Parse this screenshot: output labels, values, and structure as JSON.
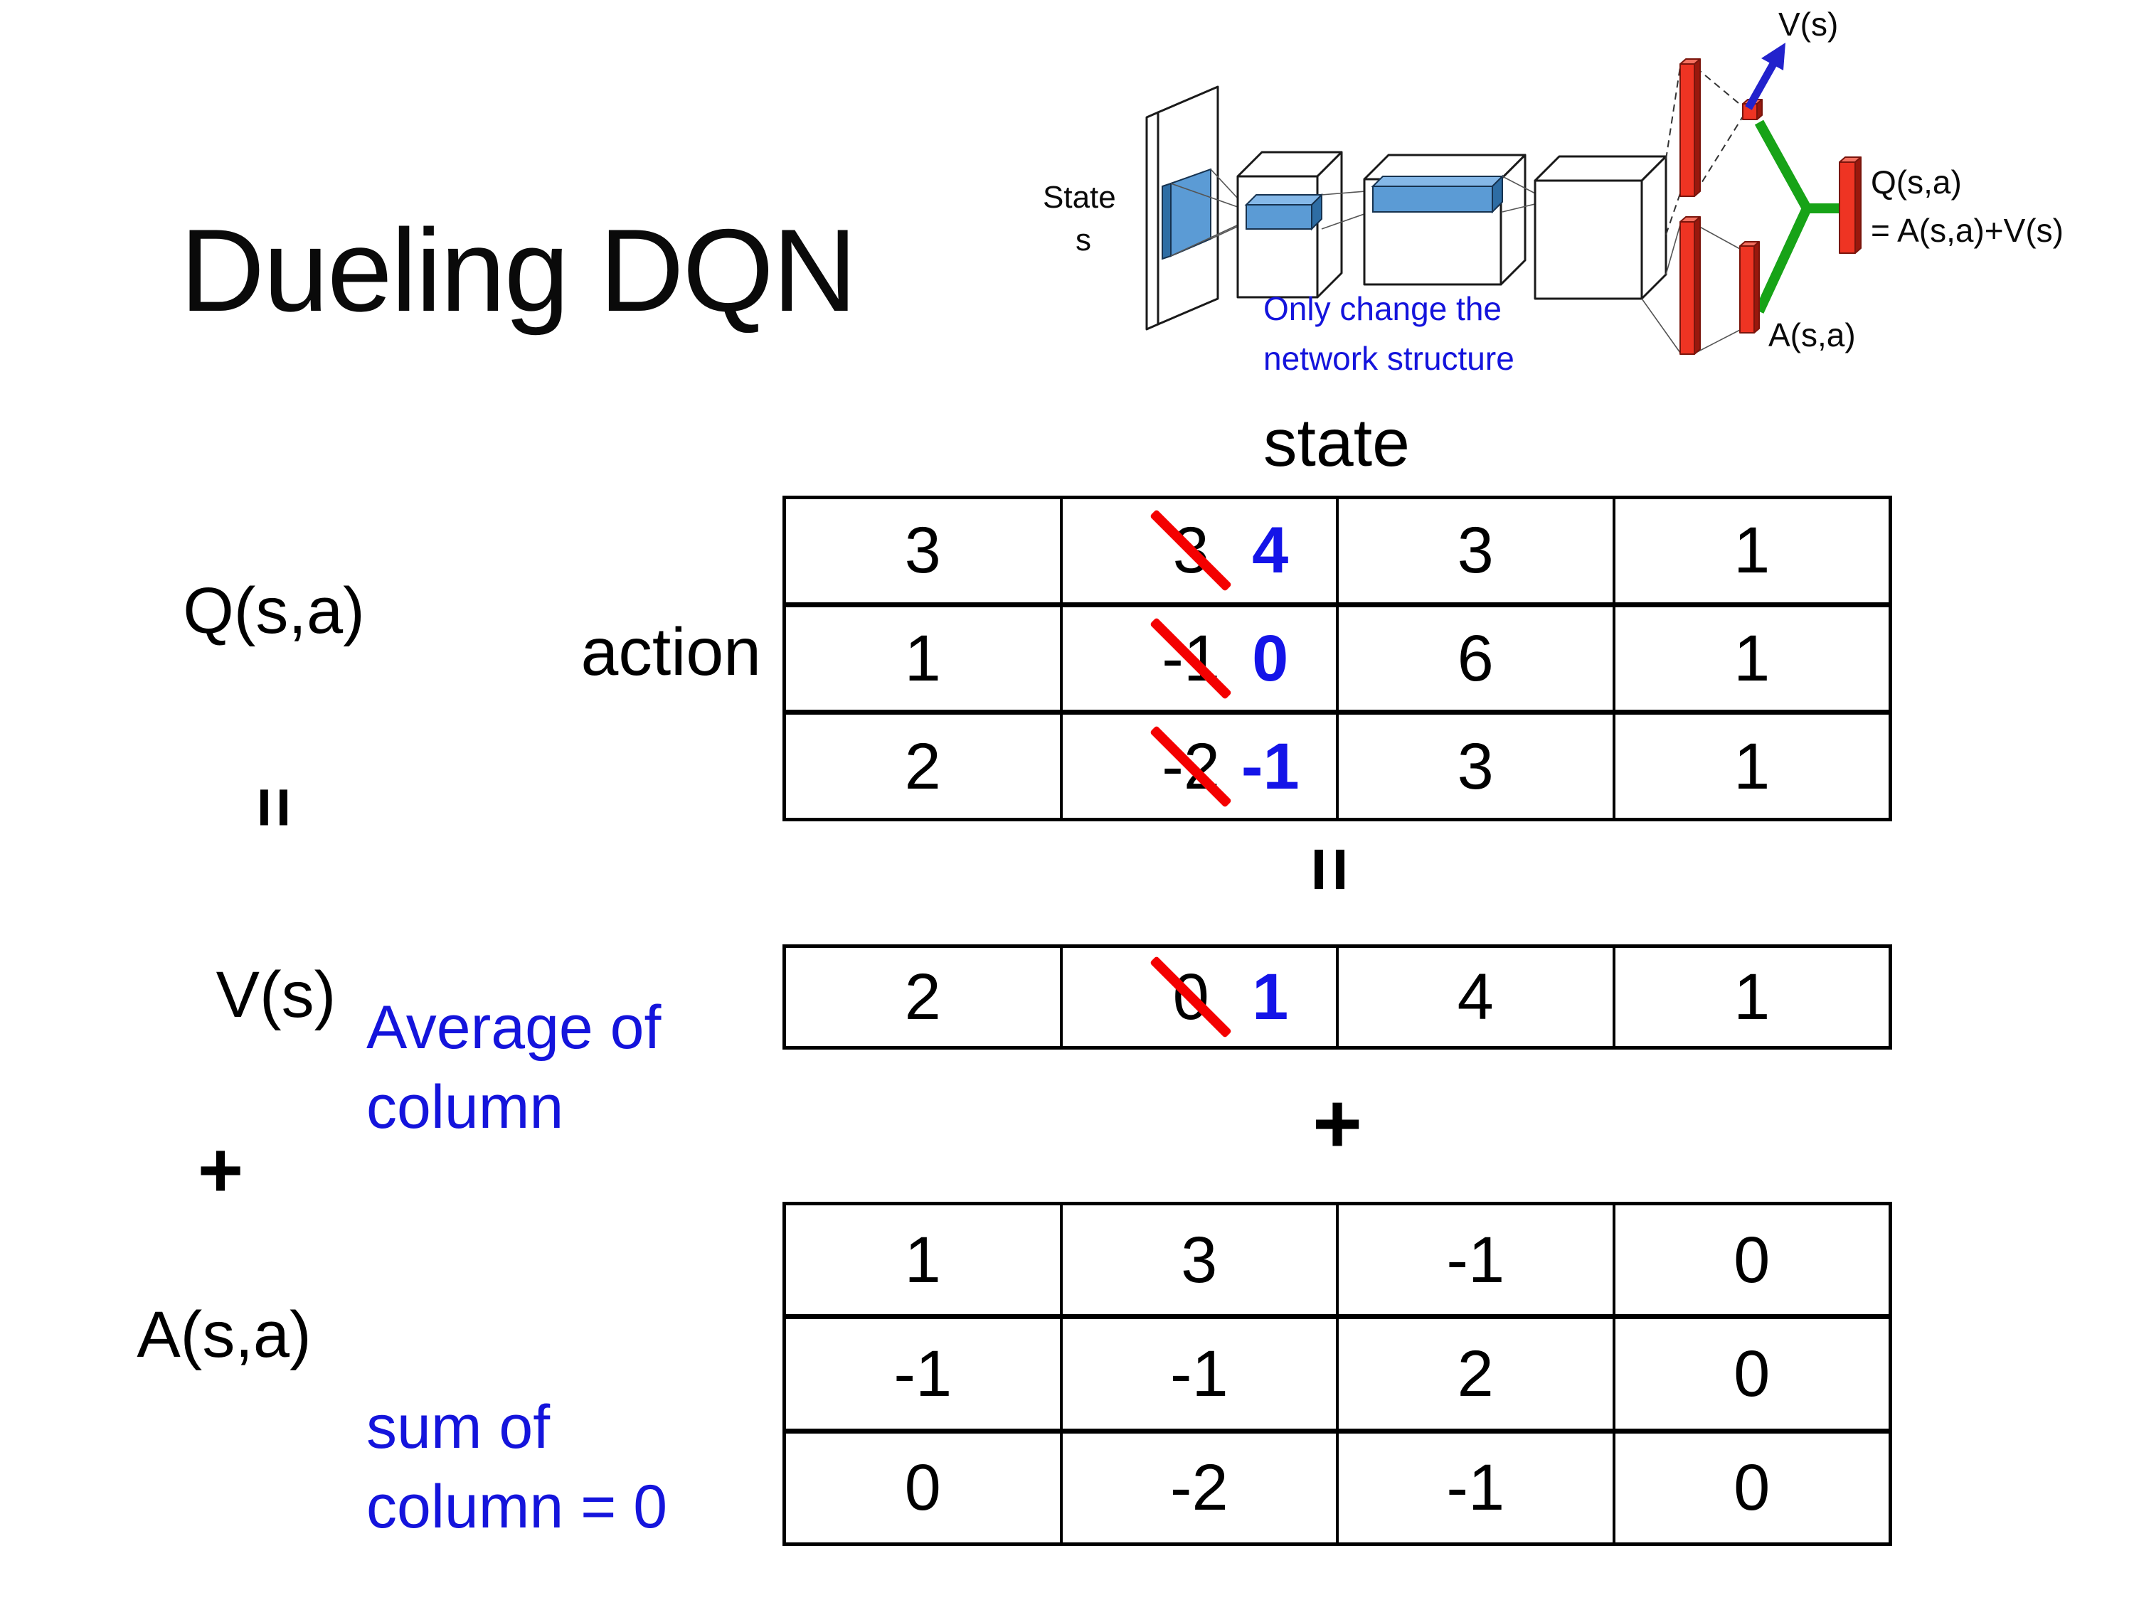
{
  "colors": {
    "annotation_blue": "#1414DC",
    "replacement_blue": "#1414E8",
    "strike_red": "#F40000",
    "figure_green": "#17A317",
    "figure_red": "#EE3423",
    "figure_filter_blue": "#5B9BD5",
    "figure_arrow_blue": "#2222CC"
  },
  "title": "Dueling DQN",
  "diagram": {
    "state_label": "State",
    "state_sub": "s",
    "v_out_label": "V(s)",
    "q_out_label": "Q(s,a)",
    "q_formula": "= A(s,a)+V(s)",
    "a_out_label": "A(s,a)",
    "note_line1": "Only change the",
    "note_line2": "network structure"
  },
  "equation": {
    "q_label": "Q(s,a)",
    "v_label": "V(s)",
    "a_label": "A(s,a)",
    "equals": "=",
    "plus": "+",
    "state_header": "state",
    "action_label": "action",
    "avg_note_line1": "Average of",
    "avg_note_line2": "column",
    "sum_note_line1": "sum of",
    "sum_note_line2": "column = 0"
  },
  "tables": {
    "q": {
      "label": "Q(s,a) values",
      "rows": [
        [
          {
            "v": "3"
          },
          {
            "v": "3",
            "n": "4"
          },
          {
            "v": "3"
          },
          {
            "v": "1"
          }
        ],
        [
          {
            "v": "1"
          },
          {
            "v": "-1",
            "n": "0"
          },
          {
            "v": "6"
          },
          {
            "v": "1"
          }
        ],
        [
          {
            "v": "2"
          },
          {
            "v": "-2",
            "n": "-1"
          },
          {
            "v": "3"
          },
          {
            "v": "1"
          }
        ]
      ]
    },
    "v": {
      "label": "V(s) values",
      "rows": [
        [
          {
            "v": "2"
          },
          {
            "v": "0",
            "n": "1"
          },
          {
            "v": "4"
          },
          {
            "v": "1"
          }
        ]
      ]
    },
    "a": {
      "label": "A(s,a) values",
      "rows": [
        [
          {
            "v": "1"
          },
          {
            "v": "3"
          },
          {
            "v": "-1"
          },
          {
            "v": "0"
          }
        ],
        [
          {
            "v": "-1"
          },
          {
            "v": "-1"
          },
          {
            "v": "2"
          },
          {
            "v": "0"
          }
        ],
        [
          {
            "v": "0"
          },
          {
            "v": "-2"
          },
          {
            "v": "-1"
          },
          {
            "v": "0"
          }
        ]
      ]
    }
  }
}
